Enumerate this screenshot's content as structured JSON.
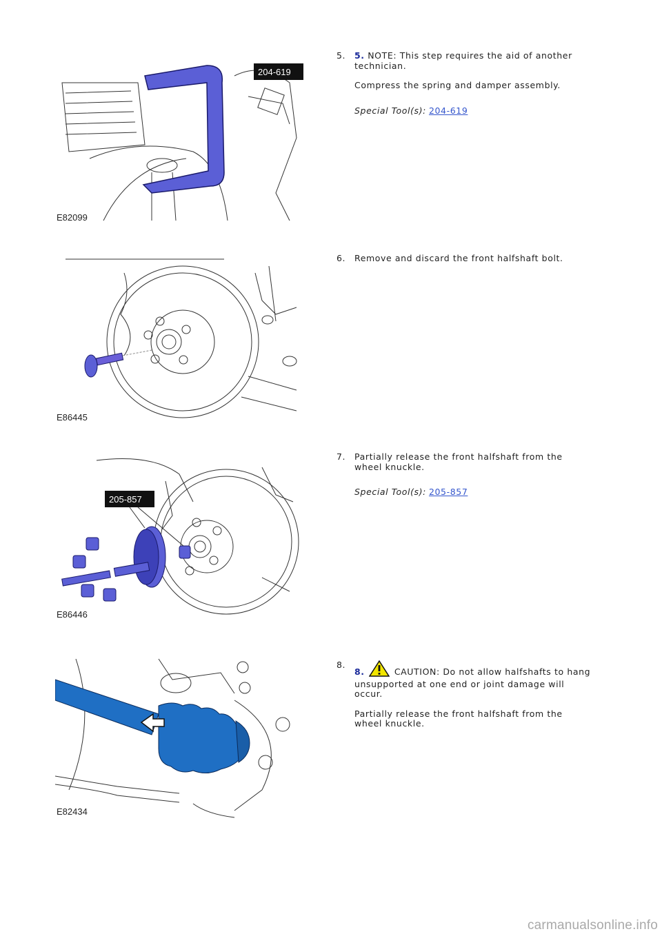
{
  "steps": [
    {
      "number": "5.",
      "bold_number": "5.",
      "note": "NOTE: This step requires the aid of another technician.",
      "text": "Compress the spring and damper assembly.",
      "special_tools_label": "Special Tool(s):",
      "tool_link": "204-619",
      "figure_code": "E82099",
      "callout": "204-619"
    },
    {
      "number": "6.",
      "text": "Remove and discard the front halfshaft bolt.",
      "figure_code": "E86445"
    },
    {
      "number": "7.",
      "text": "Partially release the front halfshaft from the wheel knuckle.",
      "special_tools_label": "Special Tool(s):",
      "tool_link": "205-857",
      "figure_code": "E86446",
      "callout": "205-857"
    },
    {
      "number": "8.",
      "bold_number": "8.",
      "caution": "CAUTION: Do not allow halfshafts to hang unsupported at one end or joint damage will occur.",
      "text": "Partially release the front halfshaft from the wheel knuckle.",
      "figure_code": "E82434"
    }
  ],
  "icons": {
    "warning": "warning-triangle-icon"
  },
  "colors": {
    "tool_blue": "#5b5fd6",
    "shaft_blue": "#1f6fc4",
    "link": "#3355cc"
  },
  "watermark": "carmanualsonline.info"
}
